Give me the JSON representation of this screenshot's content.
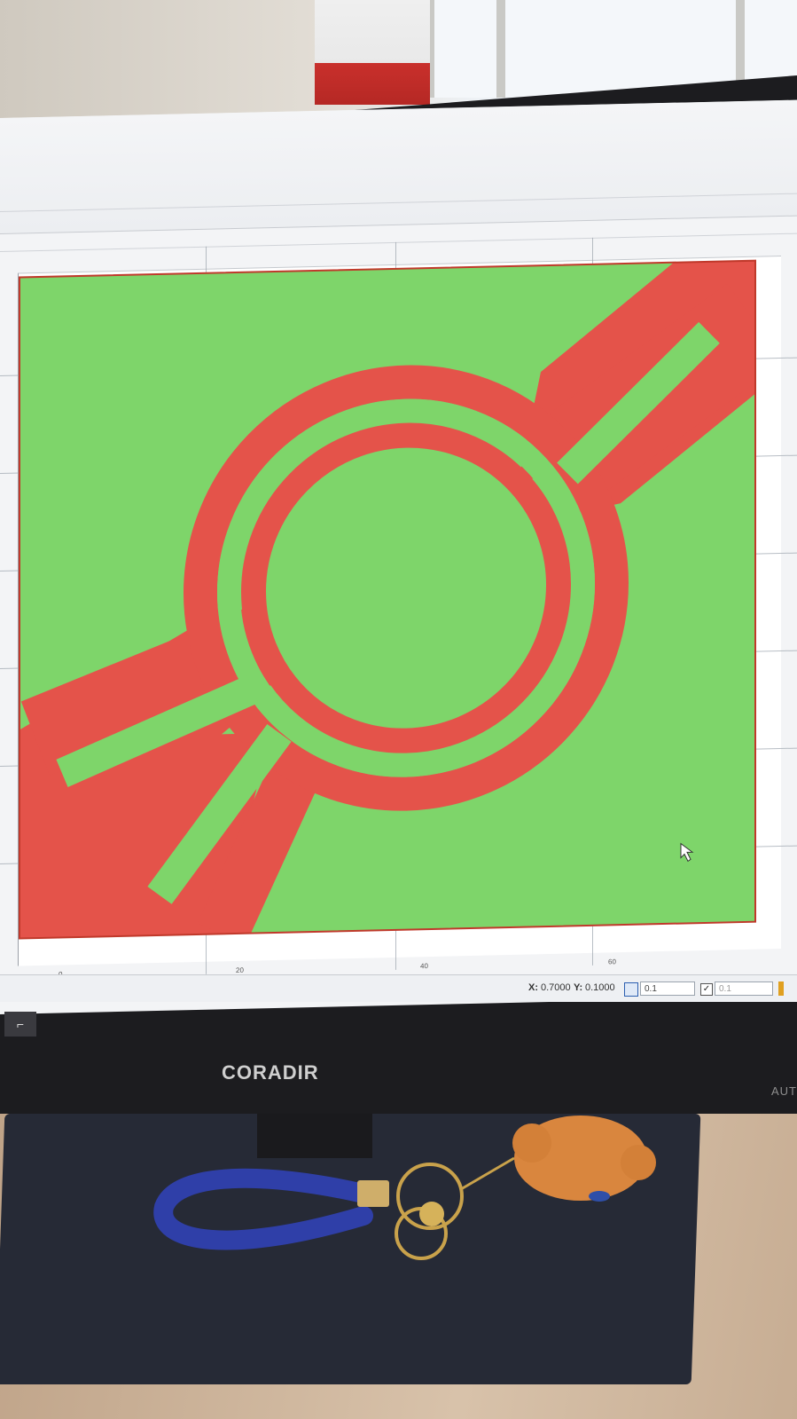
{
  "monitor": {
    "brand": "CORADIR",
    "model_text": "AUT"
  },
  "screen": {
    "axis_ticks": [
      "0",
      "20",
      "40",
      "60"
    ],
    "status": {
      "x_label": "X:",
      "x_value": "0.7000",
      "y_label": "Y:",
      "y_value": "0.1000",
      "grid_field": "0.1",
      "snap_field": "0.1"
    }
  },
  "colors": {
    "fill_green": "#7ed56a",
    "trace_red": "#e4534a",
    "mat": "#262a36",
    "strap_blue": "#2f3fa8"
  },
  "icons": [
    "cursor-icon",
    "grid-icon",
    "checkbox-icon",
    "app-icon"
  ]
}
